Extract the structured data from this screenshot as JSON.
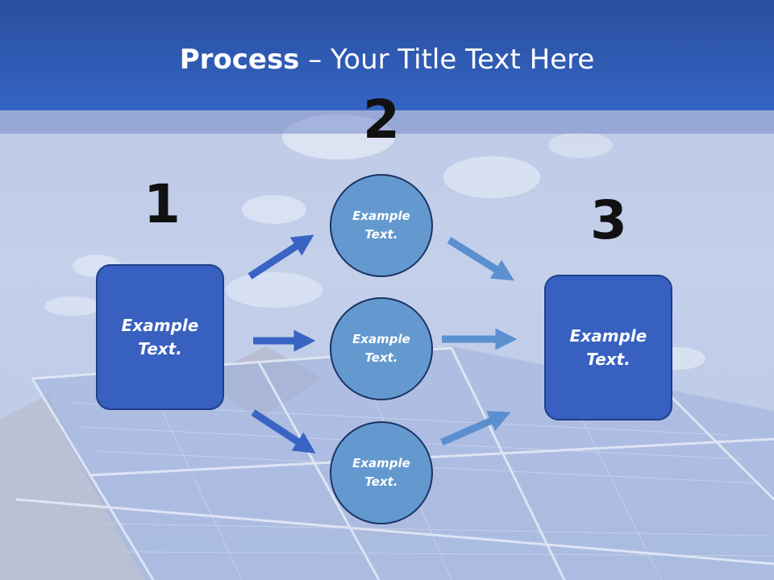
{
  "title": {
    "bold": "Process",
    "rest": " – Your Title Text Here"
  },
  "steps": {
    "one": "1",
    "two": "2",
    "three": "3"
  },
  "boxes": {
    "left": "Example Text.",
    "right": "Example Text."
  },
  "circles": {
    "top": "Example Text.",
    "middle": "Example Text.",
    "bottom": "Example Text."
  },
  "colors": {
    "header": "#3464c4",
    "box": "#3760c0",
    "circle": "#6399cf",
    "arrow_dark": "#3a64c4",
    "arrow_light": "#5b8fd0"
  }
}
